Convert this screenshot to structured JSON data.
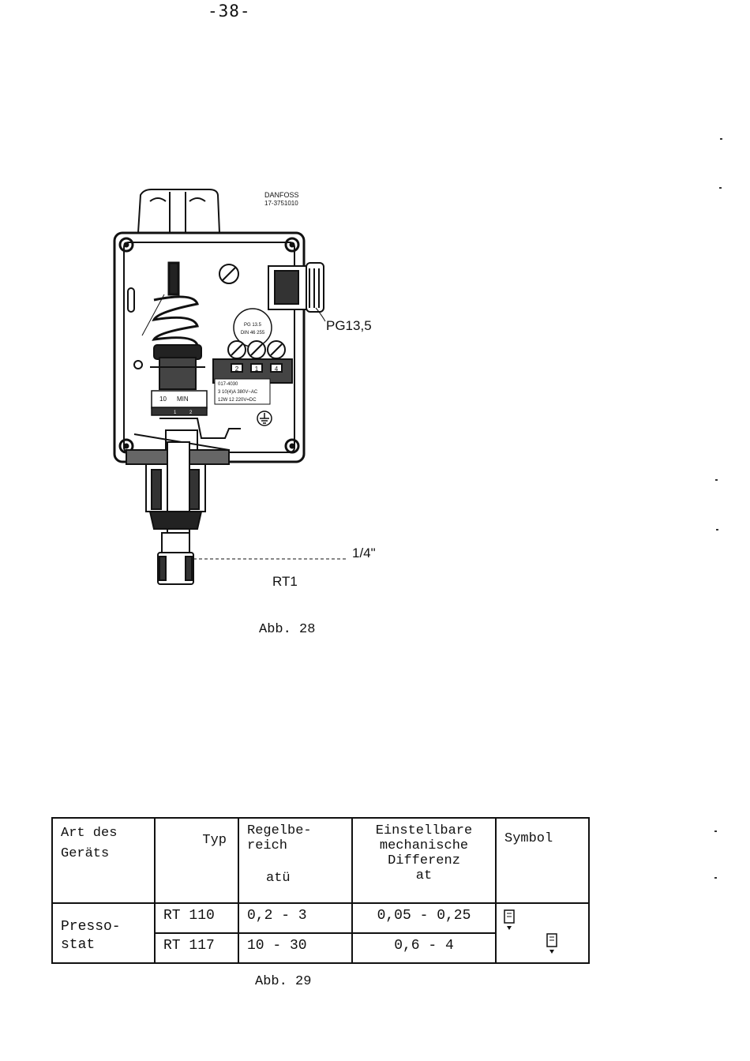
{
  "page_number": "-38-",
  "figure_28": {
    "brand": "DANFOSS",
    "part_number": "17-3751010",
    "label_pg": "PG13,5",
    "label_connection": "1/4\"",
    "label_model": "RT1",
    "inner_label_pg": "PG 13.5",
    "inner_label_din": "DIN 46 255",
    "terminal_numbers": [
      "2",
      "1",
      "4"
    ],
    "plate_text_1": "017-4030",
    "plate_text_2": "3 10(4)A 380V~AC",
    "plate_text_3": "12W 12 220V=DC",
    "scale_labels": [
      "10",
      "MIN",
      "1",
      "2"
    ],
    "caption": "Abb. 28"
  },
  "table_29": {
    "headers": {
      "art_line1": "Art des",
      "art_line2": "Geräts",
      "typ": "Typ",
      "regel_line1": "Regelbe-",
      "regel_line2": "reich",
      "regel_unit": "atü",
      "eins_line1": "Einstellbare",
      "eins_line2": "mechanische",
      "eins_line3": "Differenz",
      "eins_unit": "at",
      "symbol": "Symbol"
    },
    "device_line1": "Presso-",
    "device_line2": "stat",
    "rows": [
      {
        "typ": "RT 110",
        "regel": "0,2 - 3",
        "eins": "0,05 - 0,25"
      },
      {
        "typ": "RT 117",
        "regel": "10 - 30",
        "eins": "0,6 - 4"
      }
    ],
    "caption": "Abb. 29"
  }
}
